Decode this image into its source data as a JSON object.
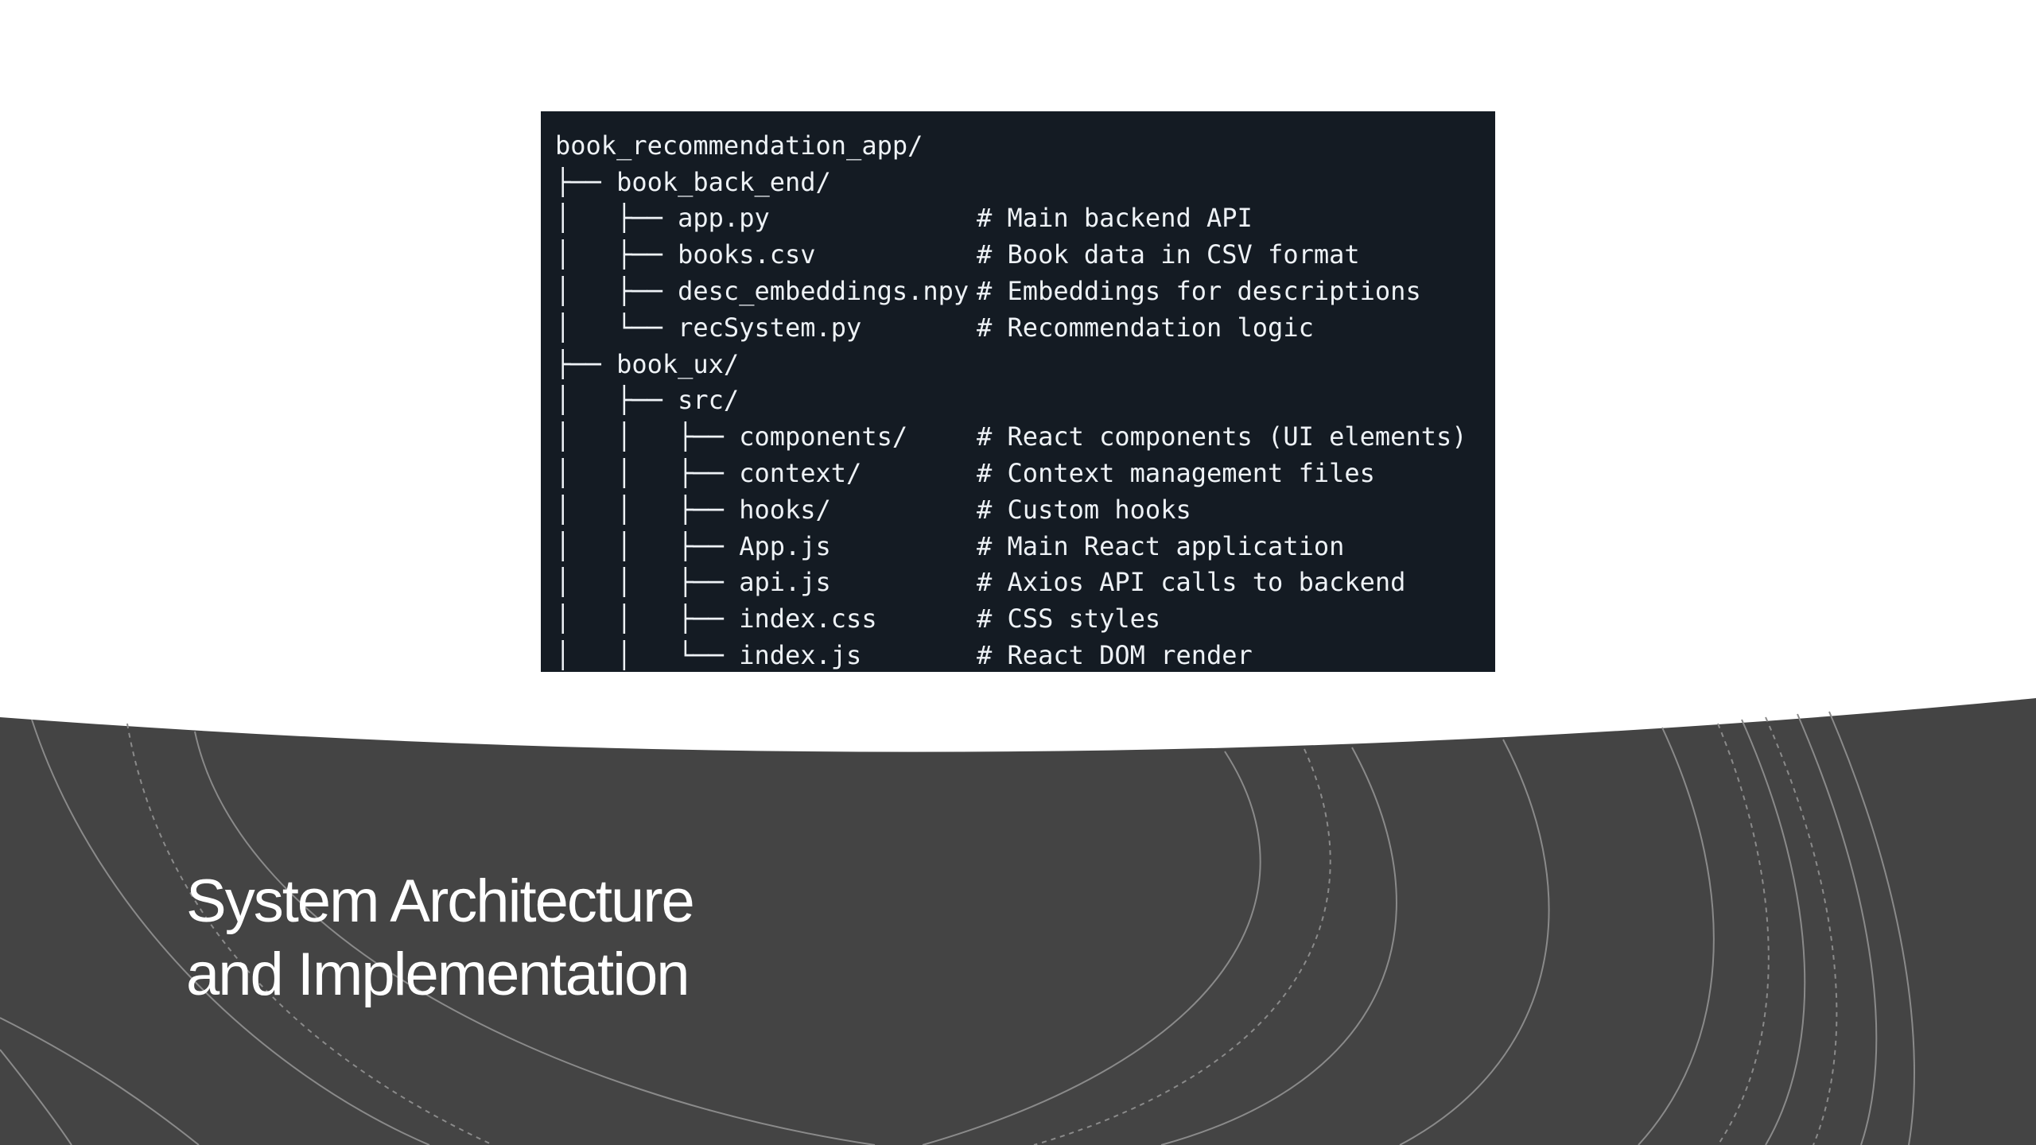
{
  "slide": {
    "title_line1": "System Architecture",
    "title_line2": "and Implementation"
  },
  "colors": {
    "background": "#ffffff",
    "band": "#444444",
    "band_lines": "#8a8a8a",
    "code_panel": "#141b23",
    "code_text": "#eef2f6",
    "title_text": "#ffffff"
  },
  "code_tree": {
    "lines": [
      {
        "name": "book_recommendation_app/",
        "comment": ""
      },
      {
        "name": "├── book_back_end/",
        "comment": ""
      },
      {
        "name": "│   ├── app.py",
        "comment": "# Main backend API"
      },
      {
        "name": "│   ├── books.csv",
        "comment": "# Book data in CSV format"
      },
      {
        "name": "│   ├── desc_embeddings.npy",
        "comment": "# Embeddings for descriptions"
      },
      {
        "name": "│   └── recSystem.py",
        "comment": "# Recommendation logic"
      },
      {
        "name": "├── book_ux/",
        "comment": ""
      },
      {
        "name": "│   ├── src/",
        "comment": ""
      },
      {
        "name": "│   │   ├── components/",
        "comment": "# React components (UI elements)"
      },
      {
        "name": "│   │   ├── context/",
        "comment": "# Context management files"
      },
      {
        "name": "│   │   ├── hooks/",
        "comment": "# Custom hooks"
      },
      {
        "name": "│   │   ├── App.js",
        "comment": "# Main React application"
      },
      {
        "name": "│   │   ├── api.js",
        "comment": "# Axios API calls to backend"
      },
      {
        "name": "│   │   ├── index.css",
        "comment": "# CSS styles"
      },
      {
        "name": "│   │   └── index.js",
        "comment": "# React DOM render"
      }
    ]
  }
}
